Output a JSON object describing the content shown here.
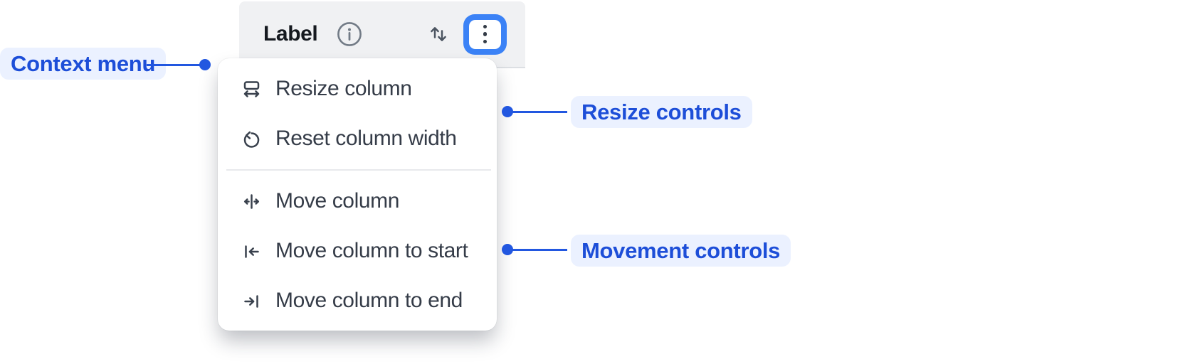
{
  "colors": {
    "accent_blue": "#2257e0",
    "annotation_text_blue": "#1d4ed8",
    "annotation_bg": "#ebf1ff",
    "focus_ring_blue": "#3b82f6",
    "header_bg": "#f0f1f3",
    "menu_text": "#353c48",
    "menu_bg": "#ffffff"
  },
  "header": {
    "label": "Label",
    "icons": [
      "info-icon",
      "sort-arrows-icon",
      "more-vertical-icon"
    ]
  },
  "context_menu": {
    "sections": [
      {
        "name": "resize",
        "items": [
          {
            "icon": "resize-column-icon",
            "label": "Resize column"
          },
          {
            "icon": "reset-column-width-icon",
            "label": "Reset column width"
          }
        ]
      },
      {
        "name": "movement",
        "items": [
          {
            "icon": "move-column-icon",
            "label": "Move column"
          },
          {
            "icon": "move-column-to-start-icon",
            "label": "Move column to start"
          },
          {
            "icon": "move-column-to-end-icon",
            "label": "Move column to end"
          }
        ]
      }
    ]
  },
  "annotations": {
    "context_menu": "Context menu",
    "resize_controls": "Resize controls",
    "movement_controls": "Movement controls"
  }
}
